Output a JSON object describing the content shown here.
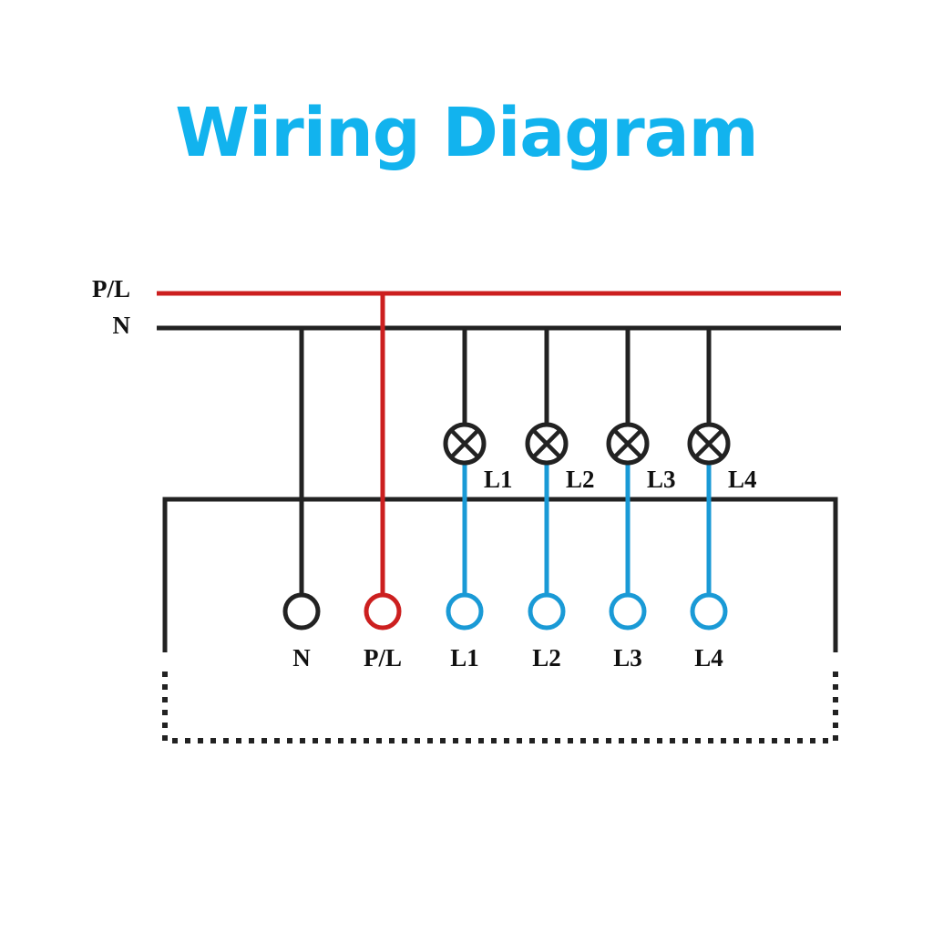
{
  "title": "Wiring Diagram",
  "colors": {
    "title": "#12b3ee",
    "live": "#cc1f1f",
    "neutral": "#222222",
    "load": "#1a9ad6",
    "text": "#111111"
  },
  "bus": {
    "live_label": "P/L",
    "neutral_label": "N"
  },
  "lamps": [
    {
      "label": "L1",
      "icon": "lamp-icon"
    },
    {
      "label": "L2",
      "icon": "lamp-icon"
    },
    {
      "label": "L3",
      "icon": "lamp-icon"
    },
    {
      "label": "L4",
      "icon": "lamp-icon"
    }
  ],
  "terminals": [
    {
      "label": "N",
      "type": "neutral"
    },
    {
      "label": "P/L",
      "type": "live"
    },
    {
      "label": "L1",
      "type": "load"
    },
    {
      "label": "L2",
      "type": "load"
    },
    {
      "label": "L3",
      "type": "load"
    },
    {
      "label": "L4",
      "type": "load"
    }
  ]
}
